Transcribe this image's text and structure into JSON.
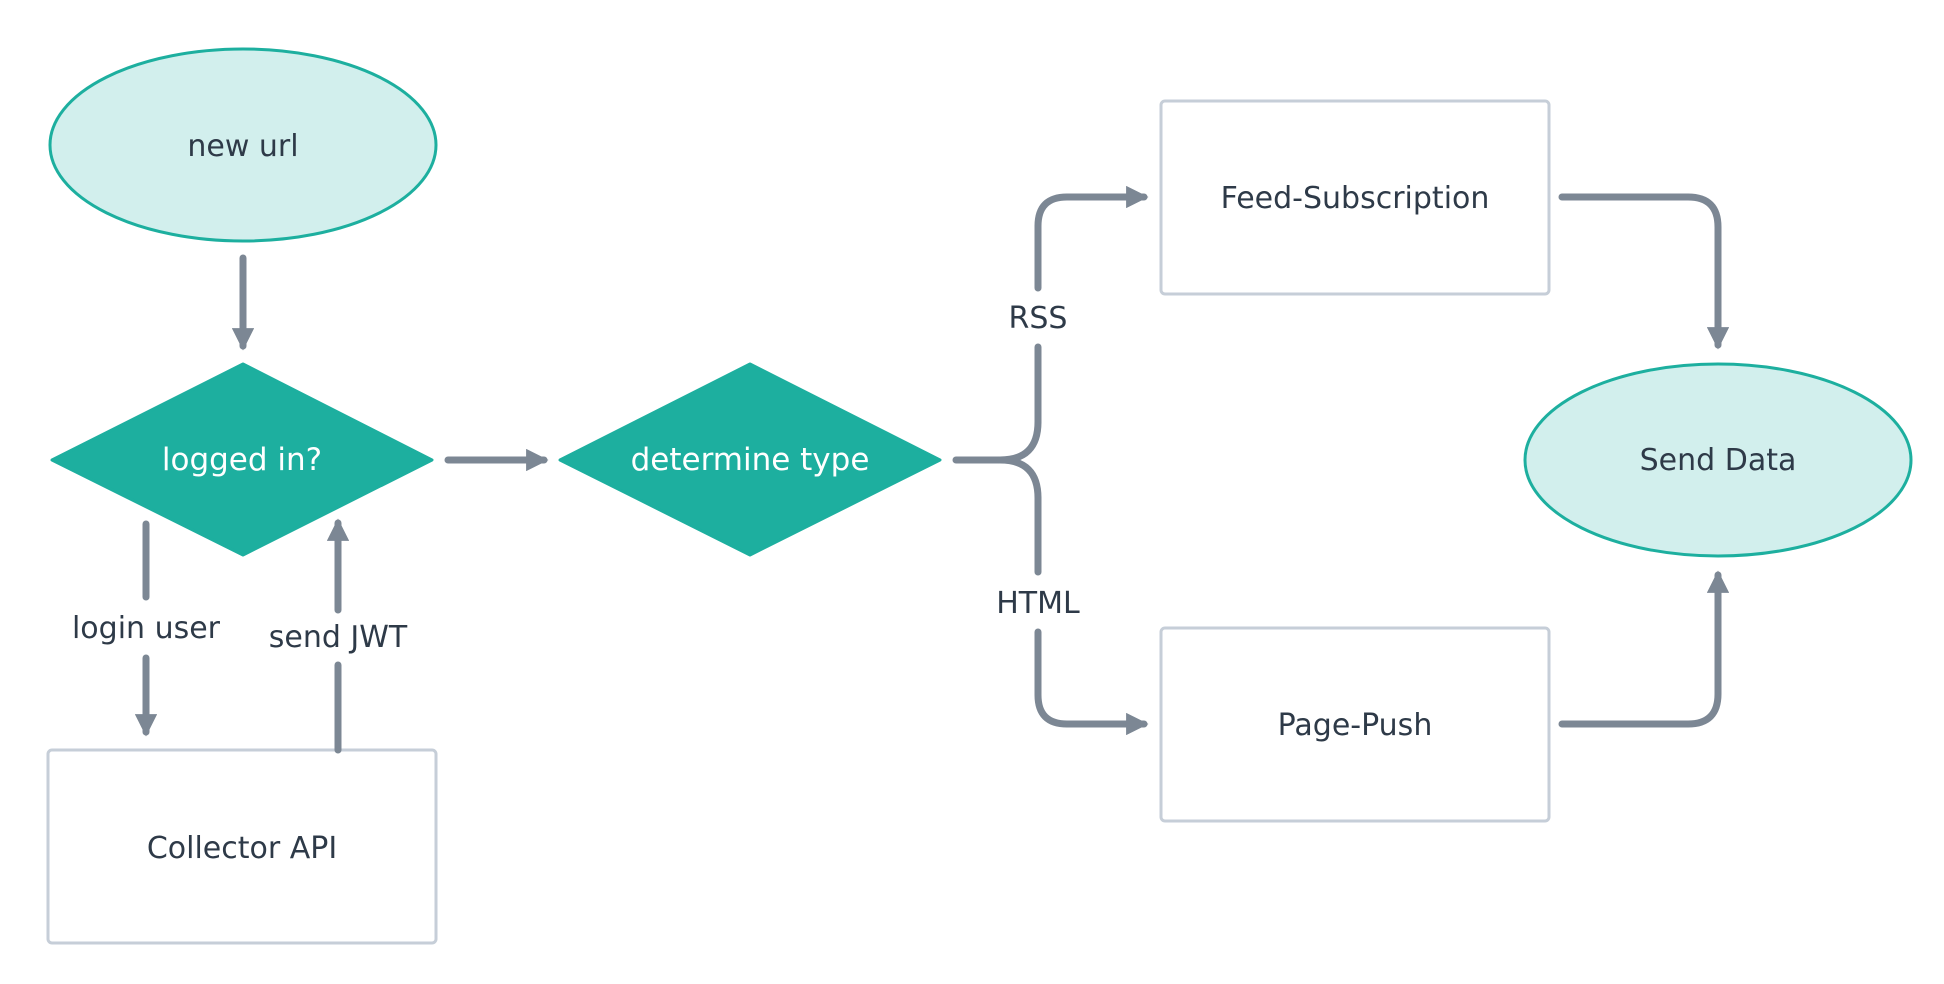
{
  "colors": {
    "teal": "#1daf9f",
    "teal_light": "#d2efed",
    "box_border": "#c6ced8",
    "edge": "#7c8794",
    "text": "#2e3a48"
  },
  "nodes": {
    "new_url": "new url",
    "logged_in": "logged in?",
    "determine_type": "determine type",
    "collector_api": "Collector API",
    "feed_subscription": "Feed-Subscription",
    "page_push": "Page-Push",
    "send_data": "Send Data"
  },
  "edges": {
    "login_user": "login user",
    "send_jwt": "send JWT",
    "rss": "RSS",
    "html": "HTML"
  }
}
